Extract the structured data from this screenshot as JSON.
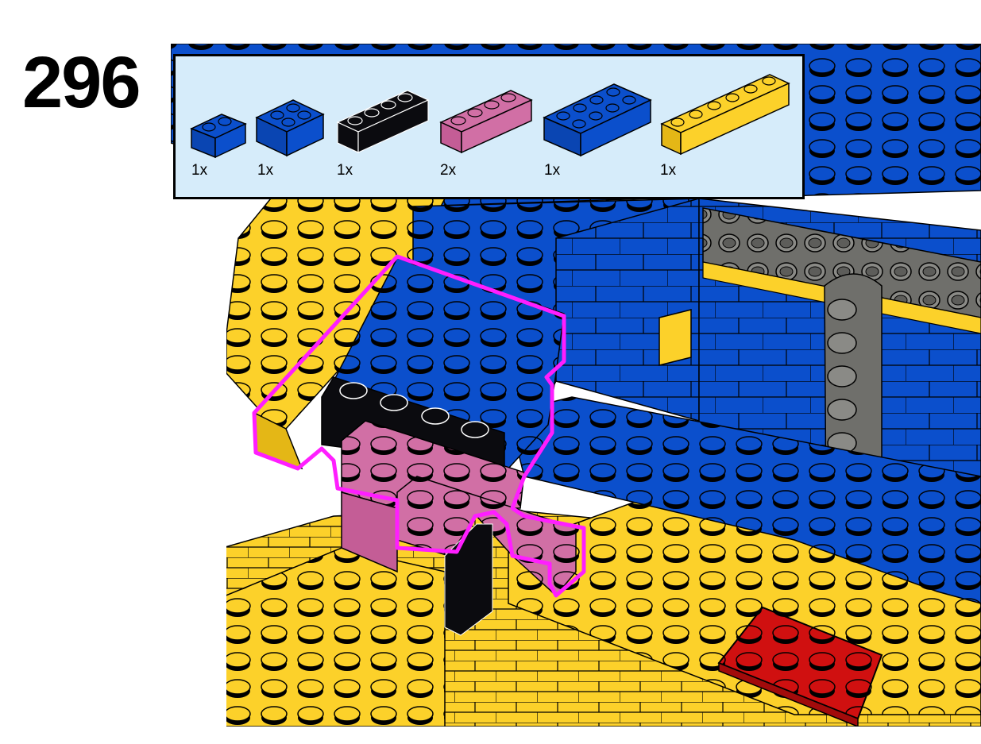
{
  "step": {
    "number": "296"
  },
  "colors": {
    "yellow": "#fcd12a",
    "blue": "#0b4fcc",
    "black": "#0b0b0f",
    "pink": "#d16fa5",
    "gray": "#6f6f6b",
    "red": "#d01010",
    "highlight": "#ff1eff",
    "panel_bg": "#d6ecfa"
  },
  "parts": [
    {
      "icon": "blue-brick-1x2-icon",
      "quantity": "1x"
    },
    {
      "icon": "blue-brick-2x2-icon",
      "quantity": "1x"
    },
    {
      "icon": "black-brick-1x4-icon",
      "quantity": "1x"
    },
    {
      "icon": "pink-brick-1x4-icon",
      "quantity": "2x"
    },
    {
      "icon": "blue-brick-2x4-icon",
      "quantity": "1x"
    },
    {
      "icon": "yellow-brick-1x6-icon",
      "quantity": "1x"
    }
  ]
}
